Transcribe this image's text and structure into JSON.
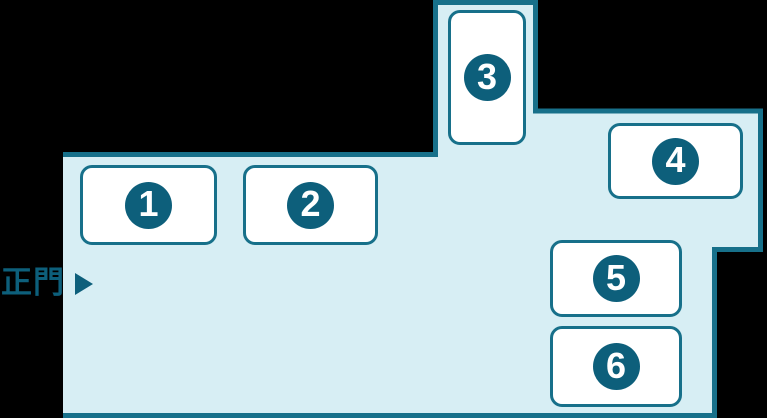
{
  "map": {
    "gate": {
      "label": "正門",
      "arrow_icon": "right-triangle-arrow"
    },
    "rooms": [
      {
        "label": "1"
      },
      {
        "label": "2"
      },
      {
        "label": "3"
      },
      {
        "label": "4"
      },
      {
        "label": "5"
      },
      {
        "label": "6"
      }
    ],
    "colors": {
      "area_fill": "#d7eef4",
      "outline": "#17708a",
      "room_fill": "#ffffff",
      "room_border": "#17708a",
      "badge_fill": "#0d5f7b",
      "badge_text": "#ffffff",
      "gate_text": "#0d5f7b"
    }
  }
}
